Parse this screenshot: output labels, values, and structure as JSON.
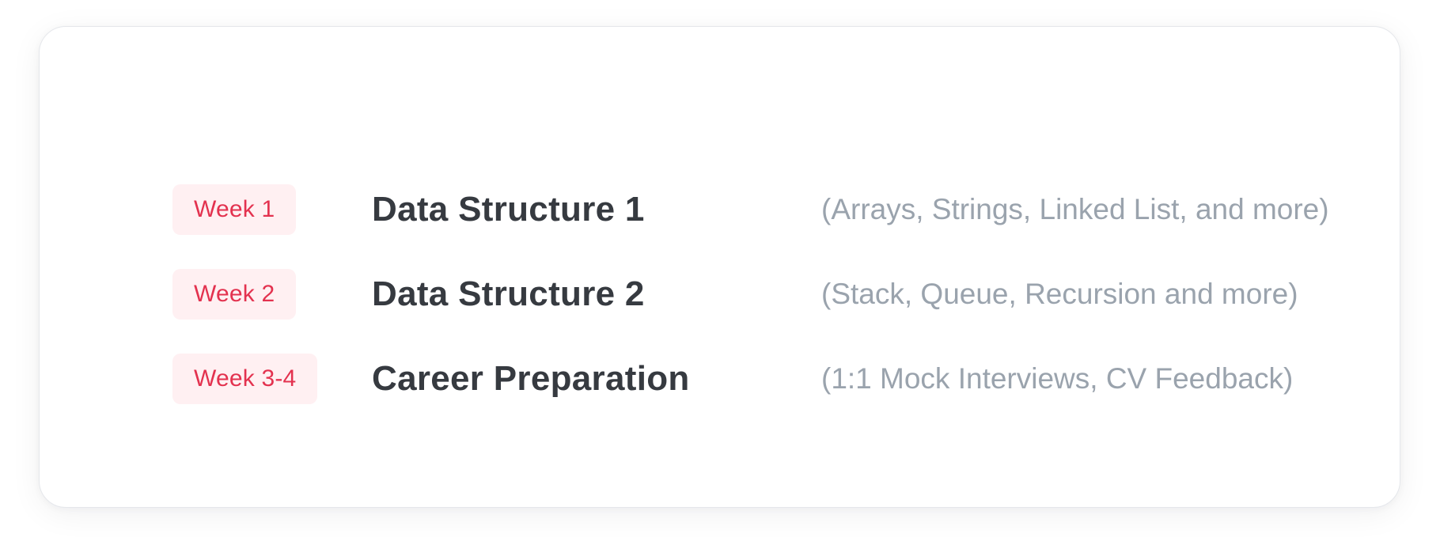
{
  "schedule": {
    "items": [
      {
        "week": "Week 1",
        "title": "Data Structure 1",
        "details": "(Arrays, Strings, Linked List, and more)"
      },
      {
        "week": "Week 2",
        "title": "Data Structure 2",
        "details": "(Stack, Queue, Recursion and more)"
      },
      {
        "week": "Week 3-4",
        "title": "Career Preparation",
        "details": "(1:1 Mock Interviews, CV Feedback)"
      }
    ]
  },
  "colors": {
    "badge_text": "#e3324f",
    "badge_bg": "#fff0f2",
    "title_text": "#363a40",
    "details_text": "#9aa3ad"
  }
}
